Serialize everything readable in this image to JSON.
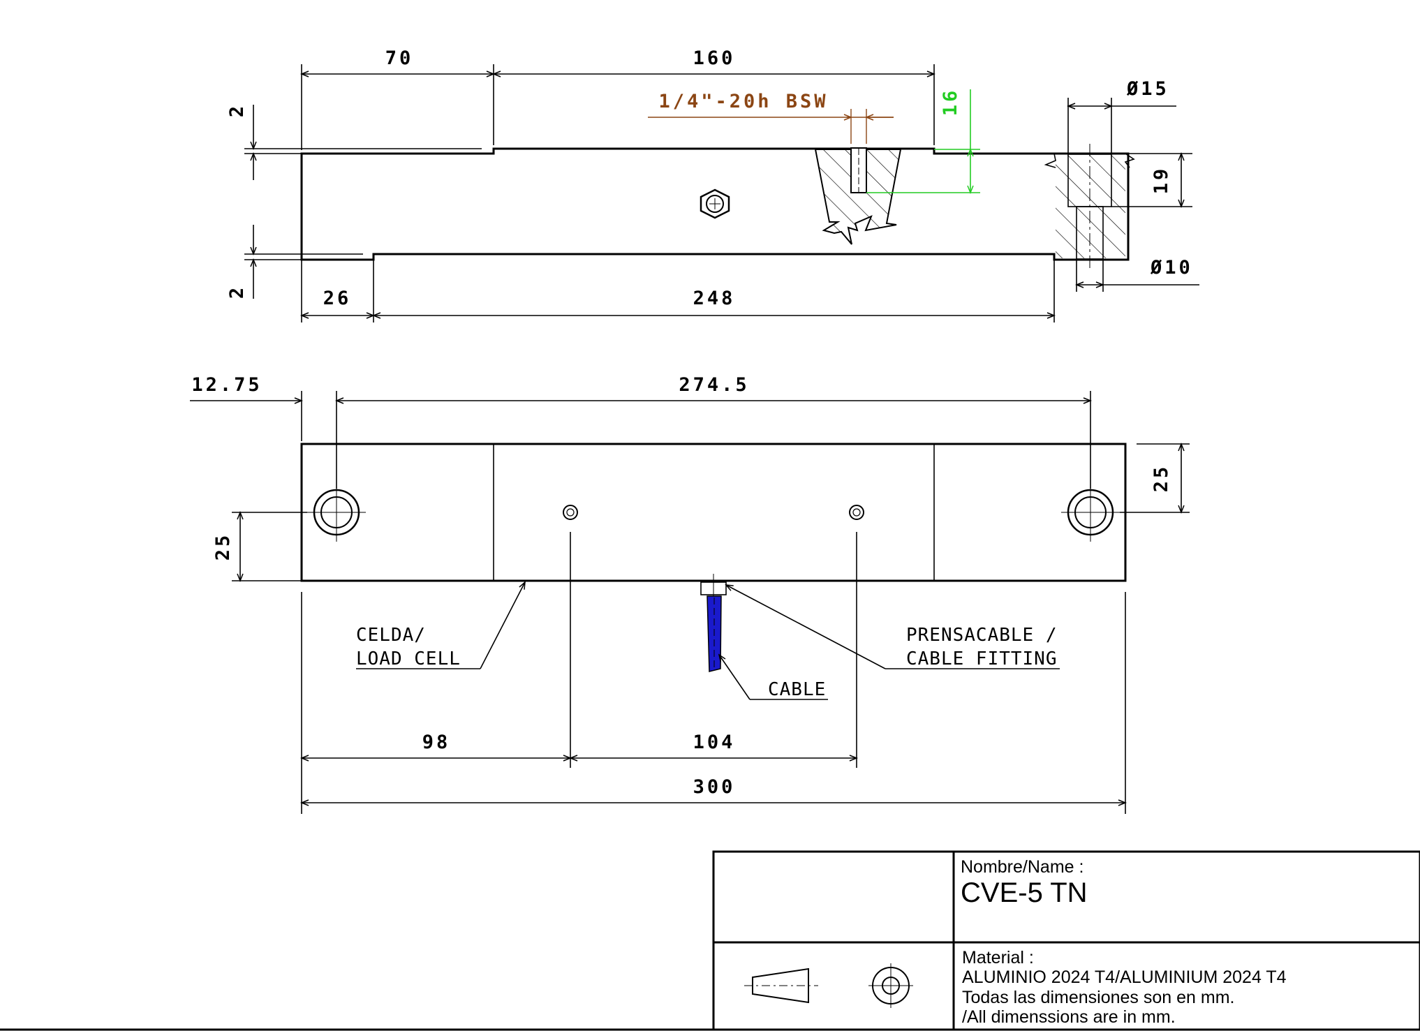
{
  "side_view": {
    "dims": {
      "top_left": "70",
      "top_mid": "160",
      "thread": "1/4\"-20h BSW",
      "thread_depth": "16",
      "dia_top": "Ø15",
      "height_right": "19",
      "dia_bottom": "Ø10",
      "step_top": "2",
      "step_bottom": "2",
      "bottom_left": "26",
      "bottom_mid": "248"
    },
    "colors": {
      "thread_text": "#8b4513",
      "depth_dim": "#22cc22"
    }
  },
  "plan_view": {
    "dims": {
      "offset": "12.75",
      "hole_span": "274.5",
      "right_half": "25",
      "left_half": "25",
      "gauge_left": "98",
      "gauge_span": "104",
      "overall": "300"
    },
    "labels": {
      "load_cell_1": "CELDA/",
      "load_cell_2": "LOAD CELL",
      "fitting_1": "PRENSACABLE /",
      "fitting_2": "CABLE FITTING",
      "cable": "CABLE"
    },
    "colors": {
      "cable": "#1a1acc"
    }
  },
  "title_block": {
    "name_label": "Nombre/Name :",
    "name_value": "CVE-5 TN",
    "material_label": "Material :",
    "material_line1": "ALUMINIO 2024 T4/ALUMINIUM 2024 T4",
    "material_line2": "Todas las dimensiones son en mm.",
    "material_line3": "/All dimenssions are in mm.",
    "projection_icon": "first-angle-projection-icon"
  }
}
